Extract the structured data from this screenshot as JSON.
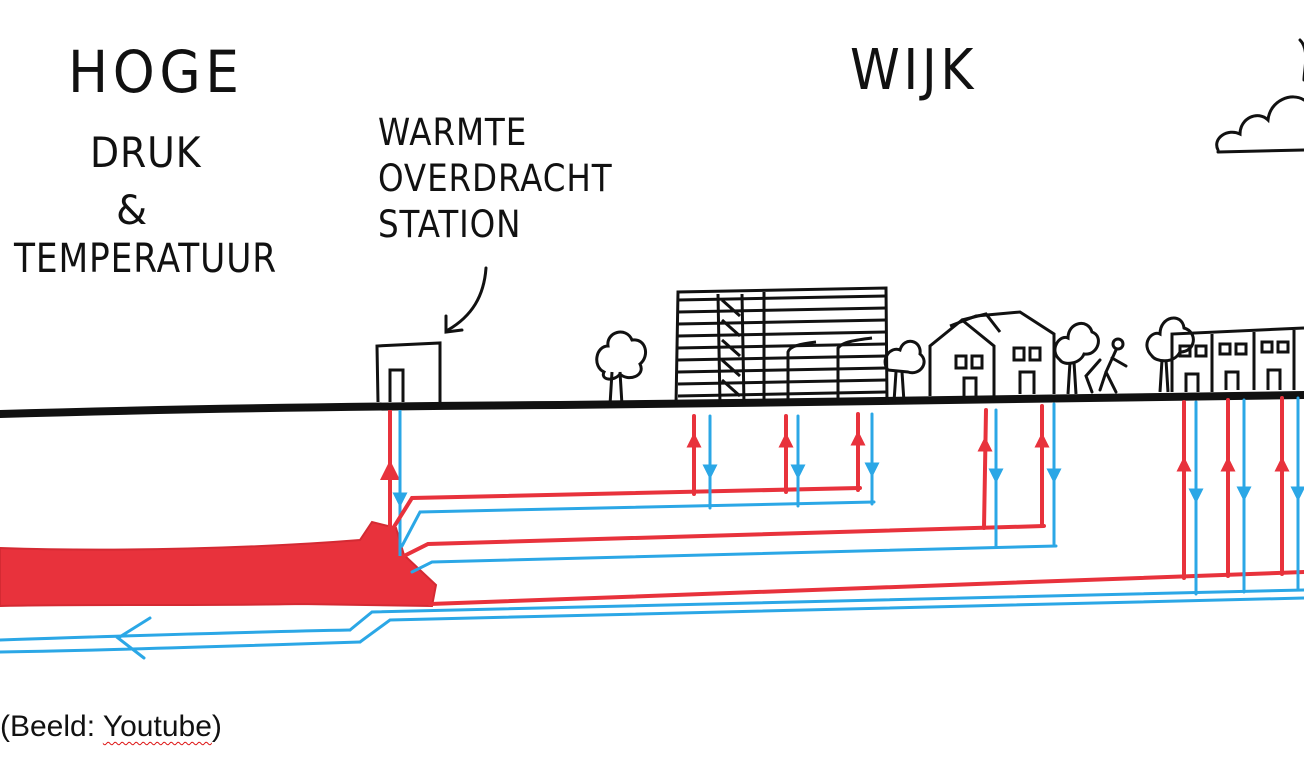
{
  "diagram": {
    "title_left": "HOGE",
    "subtitle_left_1": "DRUK",
    "subtitle_left_2": "&",
    "subtitle_left_3": "TEMPERATUUR",
    "title_right": "WIJK",
    "station_label": [
      "WARMTE",
      "OVERDRACHT",
      "STATION"
    ],
    "colors": {
      "supply": "#e8323c",
      "return": "#2ba7e6",
      "ink": "#111111",
      "background": "#ffffff"
    },
    "icons": [
      "cloud-icon",
      "tree-icon",
      "office-building-icon",
      "house-icon",
      "street-lamp-icon",
      "arrow-icon"
    ]
  },
  "caption": {
    "prefix": "(Beeld: ",
    "source": "Youtube",
    "suffix": ")"
  }
}
